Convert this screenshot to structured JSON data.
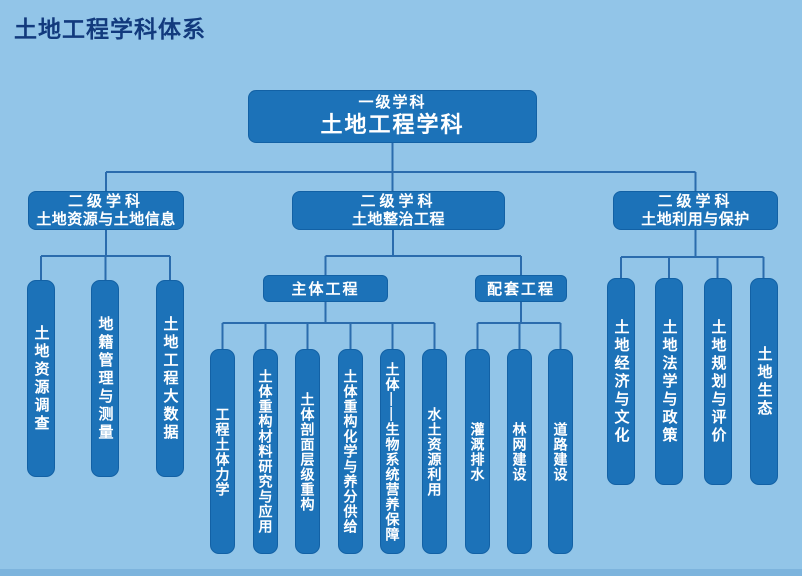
{
  "title": "土地工程学科体系",
  "colors": {
    "background": "#92c5e8",
    "node_fill": "#1c72b8",
    "node_border": "#1261a5",
    "connector": "#2b6cad",
    "title_text": "#123a7d",
    "node_text": "#ffffff"
  },
  "root": {
    "level_label": "一级学科",
    "name": "土地工程学科"
  },
  "branches": [
    {
      "level_label": "二级学科",
      "name": "土地资源与土地信息",
      "children": [
        "土地资源调查",
        "地籍管理与测量",
        "土地工程大数据"
      ]
    },
    {
      "level_label": "二级学科",
      "name": "土地整治工程",
      "groups": [
        {
          "name": "主体工程",
          "children": [
            "工程土体力学",
            "土体重构材料研究与应用",
            "土体剖面层级重构",
            "土体重构化学与养分供给",
            "土体——生物系统营养保障",
            "水土资源利用"
          ]
        },
        {
          "name": "配套工程",
          "children": [
            "灌溉排水",
            "林网建设",
            "道路建设"
          ]
        }
      ]
    },
    {
      "level_label": "二级学科",
      "name": "土地利用与保护",
      "children": [
        "土地经济与文化",
        "土地法学与政策",
        "土地规划与评价",
        "土地生态"
      ]
    }
  ]
}
